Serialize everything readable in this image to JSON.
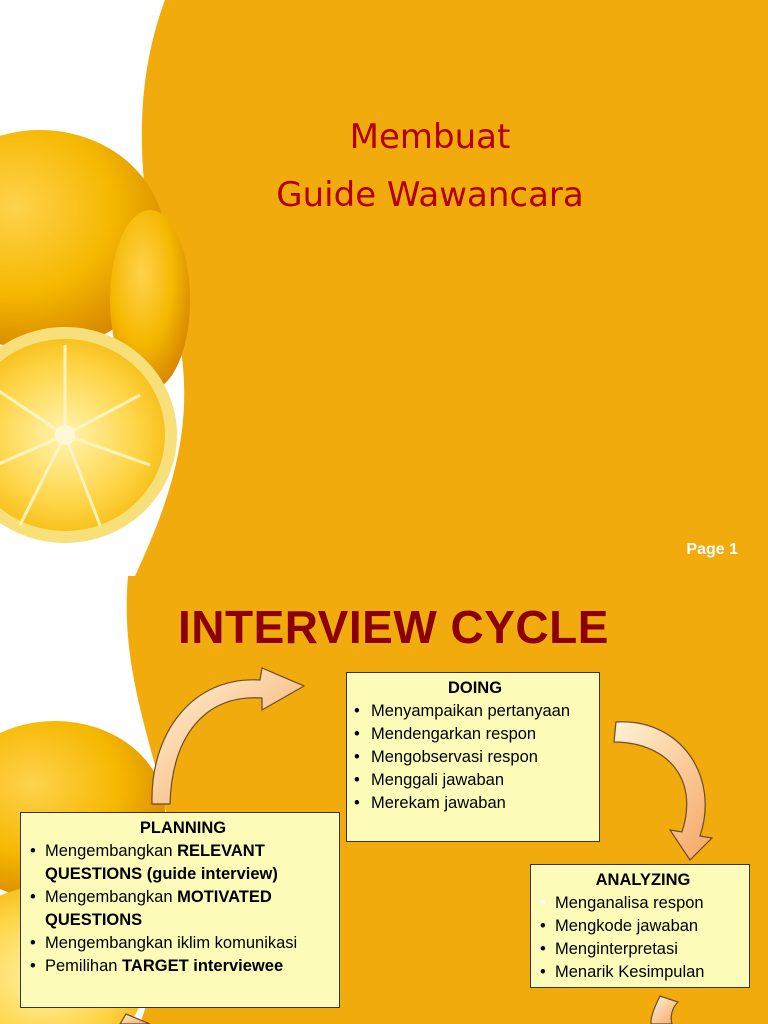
{
  "slide1": {
    "title_line1": "Membuat",
    "title_line2": "Guide Wawancara",
    "page_label": "Page 1"
  },
  "slide2": {
    "title": "INTERVIEW CYCLE",
    "doing": {
      "heading": "DOING",
      "items": [
        "Menyampaikan pertanyaan",
        "Mendengarkan respon",
        "Mengobservasi respon",
        "Menggali jawaban",
        "Merekam jawaban"
      ]
    },
    "planning": {
      "heading": "PLANNING",
      "item1_prefix": "Mengembangkan ",
      "item1_bold": "RELEVANT QUESTIONS (guide interview)",
      "item2_prefix": "Mengembangkan ",
      "item2_bold": "MOTIVATED QUESTIONS",
      "item3": "Mengembangkan iklim komunikasi",
      "item4_prefix": "Pemilihan ",
      "item4_bold": "TARGET interviewee"
    },
    "analyzing": {
      "heading": "ANALYZING",
      "items": [
        "Menganalisa respon",
        "Mengkode jawaban",
        "Menginterpretasi",
        "Menarik Kesimpulan"
      ]
    }
  },
  "colors": {
    "background": "#f2ab0c",
    "title_red": "#b30000",
    "box_fill": "#fdfbb8"
  }
}
